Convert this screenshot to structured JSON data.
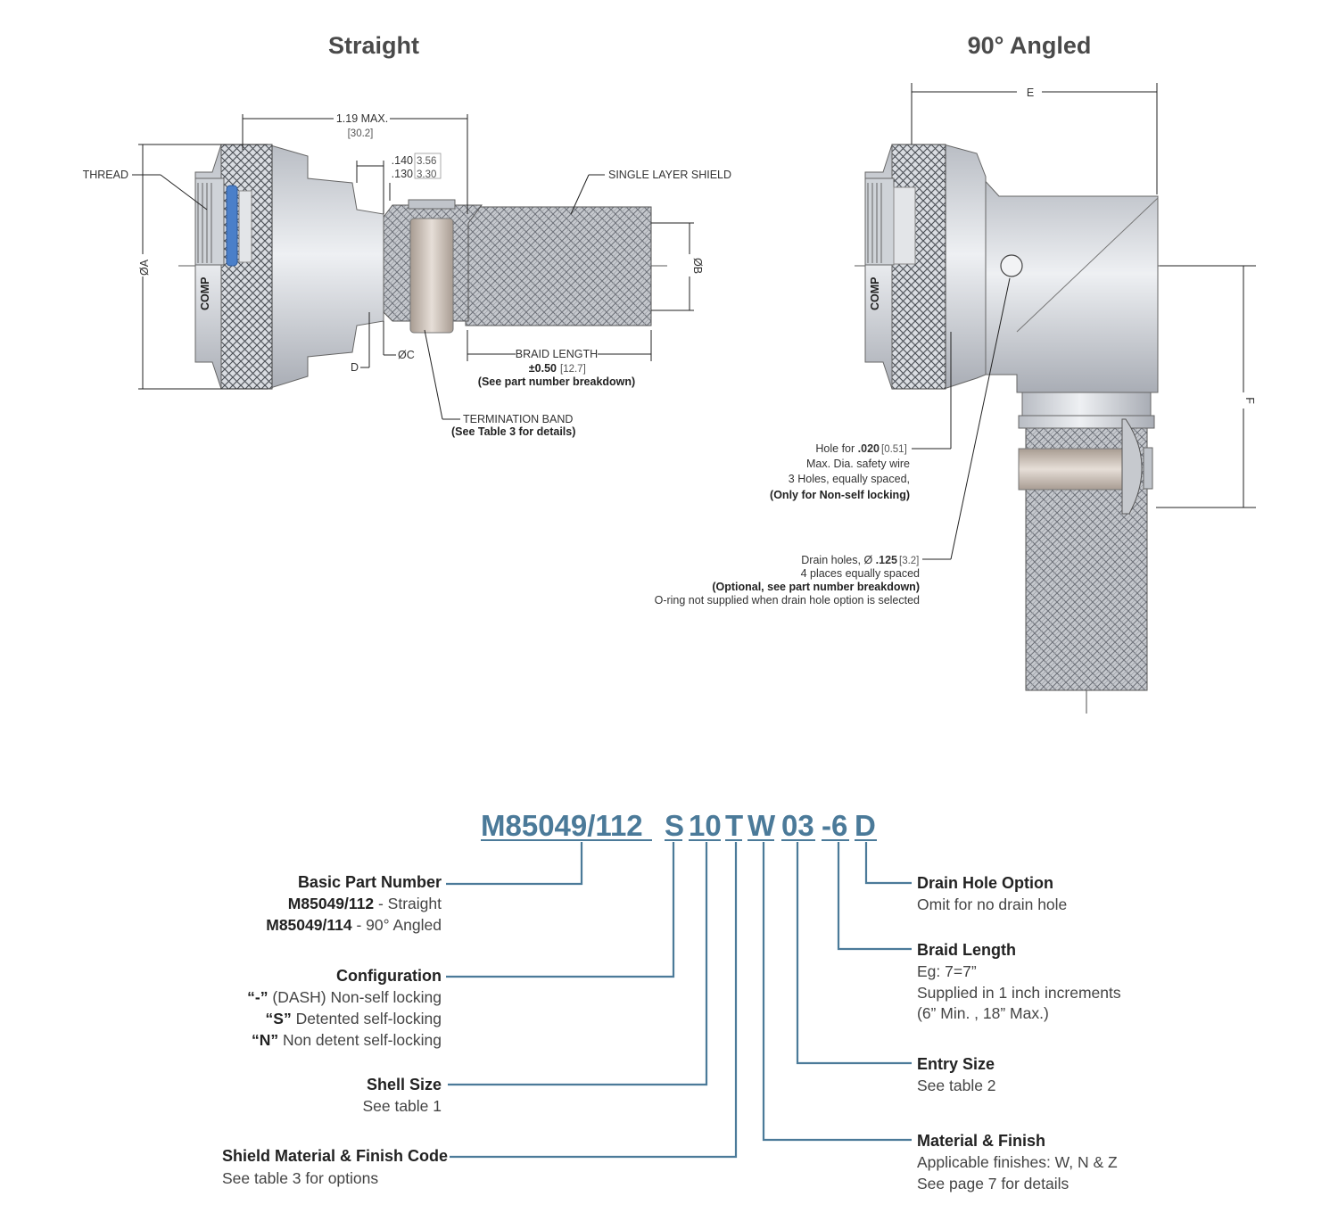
{
  "titles": {
    "straight": "Straight",
    "angled": "90° Angled"
  },
  "straight_labels": {
    "length_max": "1.19 MAX.",
    "length_max_mm": "[30.2]",
    "dim_140": ".140",
    "dim_140_mm": "3.56",
    "dim_130": ".130",
    "dim_130_mm": "3.30",
    "thread": "THREAD",
    "single_layer_shield": "SINGLE LAYER SHIELD",
    "dia_a": "ØA",
    "dia_b": "ØB",
    "dia_c": "ØC",
    "d": "D",
    "braid_length": "BRAID LENGTH",
    "braid_tol": "±0.50",
    "braid_tol_mm": "[12.7]",
    "braid_note": "(See part number breakdown)",
    "termination_band": "TERMINATION BAND",
    "termination_note": "(See Table 3 for details)",
    "comp": "COMP"
  },
  "angled_labels": {
    "e": "E",
    "f": "F",
    "comp": "COMP",
    "hole_prefix": "Hole for ",
    "hole_size": ".020",
    "hole_mm": "[0.51]",
    "hole_line2": "Max. Dia. safety wire",
    "hole_line3": "3 Holes, equally spaced,",
    "hole_line4": "(Only for Non-self locking)",
    "drain_prefix": "Drain holes, Ø ",
    "drain_size": ".125",
    "drain_mm": "[3.2]",
    "drain_line2": "4 places equally spaced",
    "drain_line3": "(Optional, see part number breakdown)",
    "drain_line4": "O-ring not supplied when drain hole option is selected"
  },
  "part_number": {
    "segments": [
      "M85049/112",
      "S",
      "10",
      "T",
      "W",
      "03",
      "-6",
      "D"
    ]
  },
  "left_fields": {
    "basic": {
      "heading": "Basic Part Number",
      "l1_code": "M85049/112",
      "l1_text": " - Straight",
      "l2_code": "M85049/114",
      "l2_text": " - 90° Angled"
    },
    "config": {
      "heading": "Configuration",
      "l1_code": "“-”",
      "l1_text": " (DASH) Non-self locking",
      "l2_code": "“S”",
      "l2_text": " Detented self-locking",
      "l3_code": "“N”",
      "l3_text": " Non detent self-locking"
    },
    "shell": {
      "heading": "Shell Size",
      "l1": "See table 1"
    },
    "shield": {
      "heading": "Shield Material & Finish Code",
      "l1": "See table 3 for options"
    }
  },
  "right_fields": {
    "drain": {
      "heading": "Drain Hole Option",
      "l1": "Omit for no drain hole"
    },
    "braid": {
      "heading": "Braid Length",
      "l1": "Eg: 7=7”",
      "l2": "Supplied in 1 inch increments",
      "l3": "(6” Min. , 18” Max.)"
    },
    "entry": {
      "heading": "Entry Size",
      "l1": "See table 2"
    },
    "material": {
      "heading": "Material & Finish",
      "l1": "Applicable finishes: W, N & Z",
      "l2": "See page 7 for details"
    }
  },
  "colors": {
    "accent": "#4b7a99",
    "oring": "#4a7fc9",
    "metal": "#c8ccd3",
    "band": "#c4b9b0"
  }
}
